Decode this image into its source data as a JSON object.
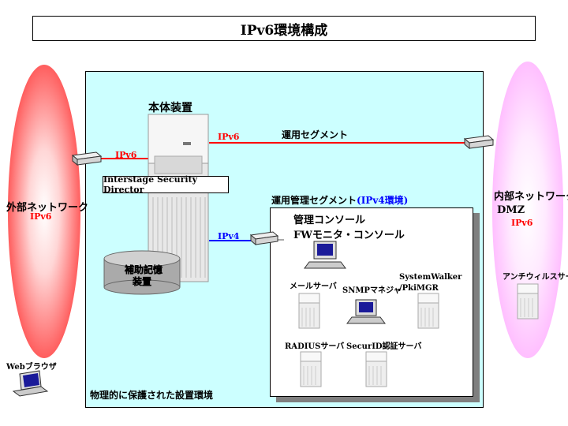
{
  "title": "IPv6環境構成",
  "environment_label": "物理的に保護された設置環境",
  "main_device_label": "本体装置",
  "isd_label": "Interstage Security Director",
  "storage_label_line1": "補助記憶",
  "storage_label_line2": "装置",
  "ops_segment_label": "運用セグメント",
  "mgmt_segment_label": "運用管理セグメント",
  "mgmt_segment_env": "(IPv4環境)",
  "ipv6": "IPv6",
  "ipv4": "IPv4",
  "external_network": "外部ネットワーク",
  "internal_network": "内部ネットワーク",
  "dmz": "DMZ",
  "web_browser": "Webブラウザ",
  "antivirus_server": "アンチウィルスサーバ",
  "mgmt_console_line1": "管理コンソール",
  "mgmt_console_line2": "FWモニタ・コンソール",
  "mail_server": "メールサーバ",
  "snmp_manager": "SNMPマネジャ",
  "systemwalker_line1": "SystemWalker",
  "systemwalker_line2": "/PkiMGR",
  "radius_server": "RADIUSサーバ",
  "securid_server": "SecurID認証サーバ",
  "colors": {
    "env_fill": "#ccffff",
    "ipv6_line": "#ff0000",
    "ipv4_line": "#0000ff",
    "external_ellipse": "#ff0000",
    "internal_ellipse": "#ff99ff"
  }
}
